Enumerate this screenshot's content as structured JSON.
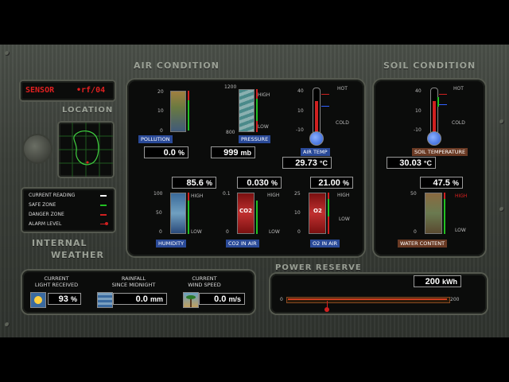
{
  "sensor": {
    "label": "SENSOR",
    "id": "•rf/04"
  },
  "location": {
    "title": "LOCATION"
  },
  "legend": {
    "items": [
      {
        "label": "CURRENT READING",
        "color": "#ffffff"
      },
      {
        "label": "SAFE ZONE",
        "color": "#22c022"
      },
      {
        "label": "DANGER ZONE",
        "color": "#d02020"
      },
      {
        "label": "ALARM LEVEL",
        "color": "#d02020"
      }
    ]
  },
  "internal_weather": {
    "title_line1": "INTERNAL",
    "title_line2": "WEATHER"
  },
  "air": {
    "title": "AIR CONDITION",
    "pollution": {
      "label": "POLLUTION",
      "value": "0.0",
      "unit": "%",
      "scale_top": "20",
      "scale_mid": "10",
      "scale_bottom": "0"
    },
    "pressure": {
      "label": "PRESSURE",
      "value": "999",
      "unit": "mb",
      "scale_top": "1200",
      "scale_bottom": "800",
      "high": "HIGH",
      "low": "LOW"
    },
    "air_temp": {
      "label": "AIR TEMP",
      "value": "29.73",
      "unit": "°C",
      "scale_top": "40",
      "scale_mid": "10",
      "scale_bottom": "-10",
      "hot": "HOT",
      "cold": "COLD"
    },
    "humidity": {
      "label": "HUMIDITY",
      "value": "85.6",
      "unit": "%",
      "scale_top": "100",
      "scale_mid": "50",
      "scale_bottom": "0",
      "high": "HIGH",
      "low": "LOW"
    },
    "co2": {
      "label": "CO2 IN AIR",
      "value": "0.030",
      "unit": "%",
      "scale_top": "0.1",
      "scale_bottom": "0",
      "high": "HIGH",
      "low": "LOW",
      "glyph": "CO2"
    },
    "o2": {
      "label": "O2 IN AIR",
      "value": "21.00",
      "unit": "%",
      "scale_top": "25",
      "scale_mid": "10",
      "scale_bottom": "0",
      "high": "HIGH",
      "low": "LOW",
      "glyph": "O2"
    }
  },
  "soil": {
    "title": "SOIL CONDITION",
    "temperature": {
      "label": "SOIL TEMPERATURE",
      "value": "30.03",
      "unit": "°C",
      "scale_top": "40",
      "scale_mid": "10",
      "scale_bottom": "-10",
      "hot": "HOT",
      "cold": "COLD"
    },
    "water": {
      "label": "WATER CONTENT",
      "value": "47.5",
      "unit": "%",
      "scale_top": "50",
      "scale_bottom": "0",
      "high": "HIGH",
      "low": "LOW"
    }
  },
  "weather": {
    "light": {
      "label1": "CURRENT",
      "label2": "LIGHT RECEIVED",
      "value": "93",
      "unit": "%"
    },
    "rainfall": {
      "label1": "RAINFALL",
      "label2": "SINCE MIDNIGHT",
      "value": "0.0",
      "unit": "mm"
    },
    "wind": {
      "label1": "CURRENT",
      "label2": "WIND SPEED",
      "value": "0.0",
      "unit": "m/s"
    }
  },
  "power": {
    "title": "POWER RESERVE",
    "value": "200",
    "unit": "kWh",
    "scale_min": "0",
    "scale_max": "200",
    "level": 0.3
  }
}
